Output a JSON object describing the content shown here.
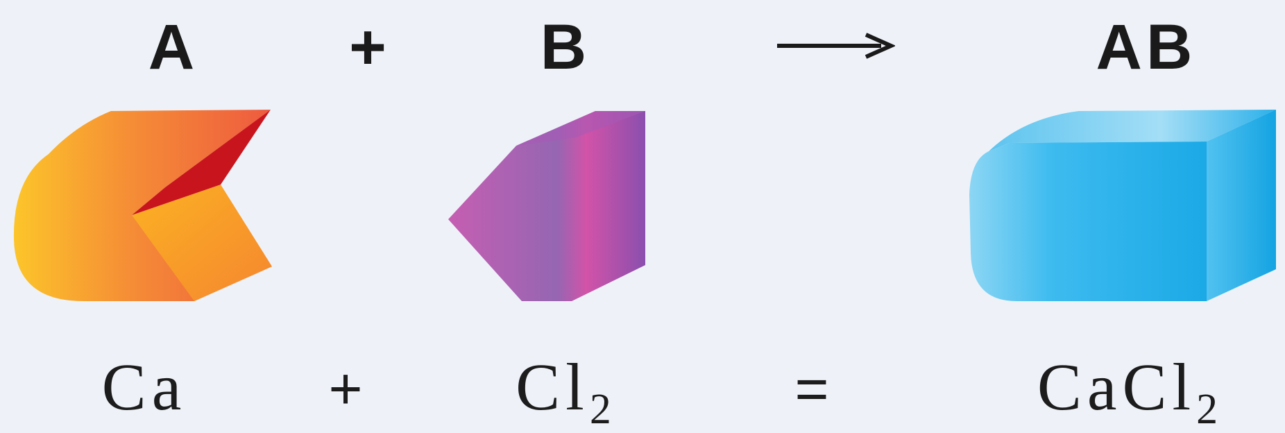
{
  "top_row": {
    "label_a": "A",
    "plus": "+",
    "label_b": "B",
    "label_ab": "AB"
  },
  "bottom_row": {
    "reactant_1": "Ca",
    "plus": "+",
    "reactant_2_symbol": "Cl",
    "reactant_2_subscript": "2",
    "equals": "=",
    "product_symbol": "CaCl",
    "product_subscript": "2"
  },
  "colors": {
    "background": "#eef2f8",
    "shape_a_light": "#fbb224",
    "shape_a_dark": "#ef5f3c",
    "shape_a_notch": "#c8141c",
    "shape_b_light": "#c45fb0",
    "shape_b_dark": "#8c52b0",
    "shape_ab_light": "#7fd0f2",
    "shape_ab_dark": "#1aa8e6"
  },
  "icons": {
    "arrow": "right-arrow-icon",
    "shape_a": "orange-notched-block",
    "shape_b": "purple-pointed-block",
    "shape_ab": "blue-combined-block"
  }
}
